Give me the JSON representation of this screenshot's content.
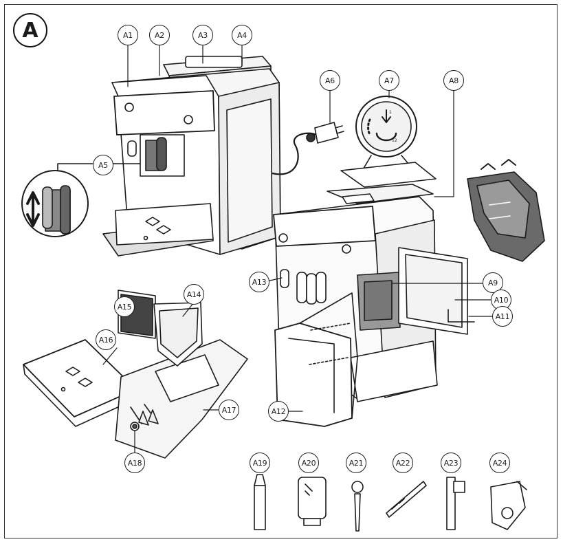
{
  "figure": {
    "section_letter": "A"
  },
  "dial_text": {
    "mark_1": "1",
    "mark_12": "12"
  },
  "callouts": [
    {
      "id": "A1",
      "label": "A1"
    },
    {
      "id": "A2",
      "label": "A2"
    },
    {
      "id": "A3",
      "label": "A3"
    },
    {
      "id": "A4",
      "label": "A4"
    },
    {
      "id": "A5",
      "label": "A5"
    },
    {
      "id": "A6",
      "label": "A6"
    },
    {
      "id": "A7",
      "label": "A7"
    },
    {
      "id": "A8",
      "label": "A8"
    },
    {
      "id": "A9",
      "label": "A9"
    },
    {
      "id": "A10",
      "label": "A10"
    },
    {
      "id": "A11",
      "label": "A11"
    },
    {
      "id": "A12",
      "label": "A12"
    },
    {
      "id": "A13",
      "label": "A13"
    },
    {
      "id": "A14",
      "label": "A14"
    },
    {
      "id": "A15",
      "label": "A15"
    },
    {
      "id": "A16",
      "label": "A16"
    },
    {
      "id": "A17",
      "label": "A17"
    },
    {
      "id": "A18",
      "label": "A18"
    },
    {
      "id": "A19",
      "label": "A19"
    },
    {
      "id": "A20",
      "label": "A20"
    },
    {
      "id": "A21",
      "label": "A21"
    },
    {
      "id": "A22",
      "label": "A22"
    },
    {
      "id": "A23",
      "label": "A23"
    },
    {
      "id": "A24",
      "label": "A24"
    }
  ]
}
